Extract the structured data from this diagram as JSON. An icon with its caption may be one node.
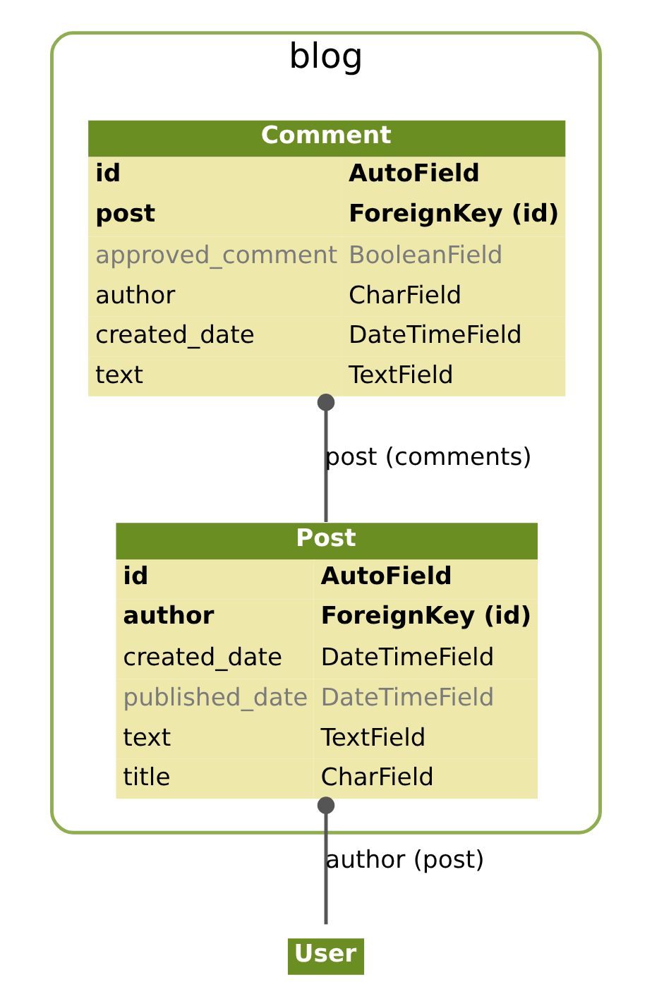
{
  "diagram": {
    "nodes": [
      {
        "text": [
          "blog"
        ]
      },
      {
        "text": [
          "Comment",
          "id",
          "AutoField",
          "post",
          "ForeignKey (id)",
          "approved_comment",
          "BooleanField",
          "author",
          "CharField",
          "created_date",
          "DateTimeField",
          "text",
          "TextField"
        ],
        "in": 0
      },
      {
        "text": [
          "Post",
          "id",
          "AutoField",
          "author",
          "ForeignKey (id)",
          "created_date",
          "DateTimeField",
          "published_date",
          "DateTimeField",
          "text",
          "TextField",
          "title",
          "CharField"
        ],
        "in": 0
      },
      {
        "text": [
          "User"
        ]
      }
    ],
    "edges": [
      {
        "from": 1,
        "to": 2,
        "arrow": "other",
        "label": "post (comments)"
      },
      {
        "from": 2,
        "to": 3,
        "arrow": "other",
        "label": "author (post)"
      }
    ]
  }
}
